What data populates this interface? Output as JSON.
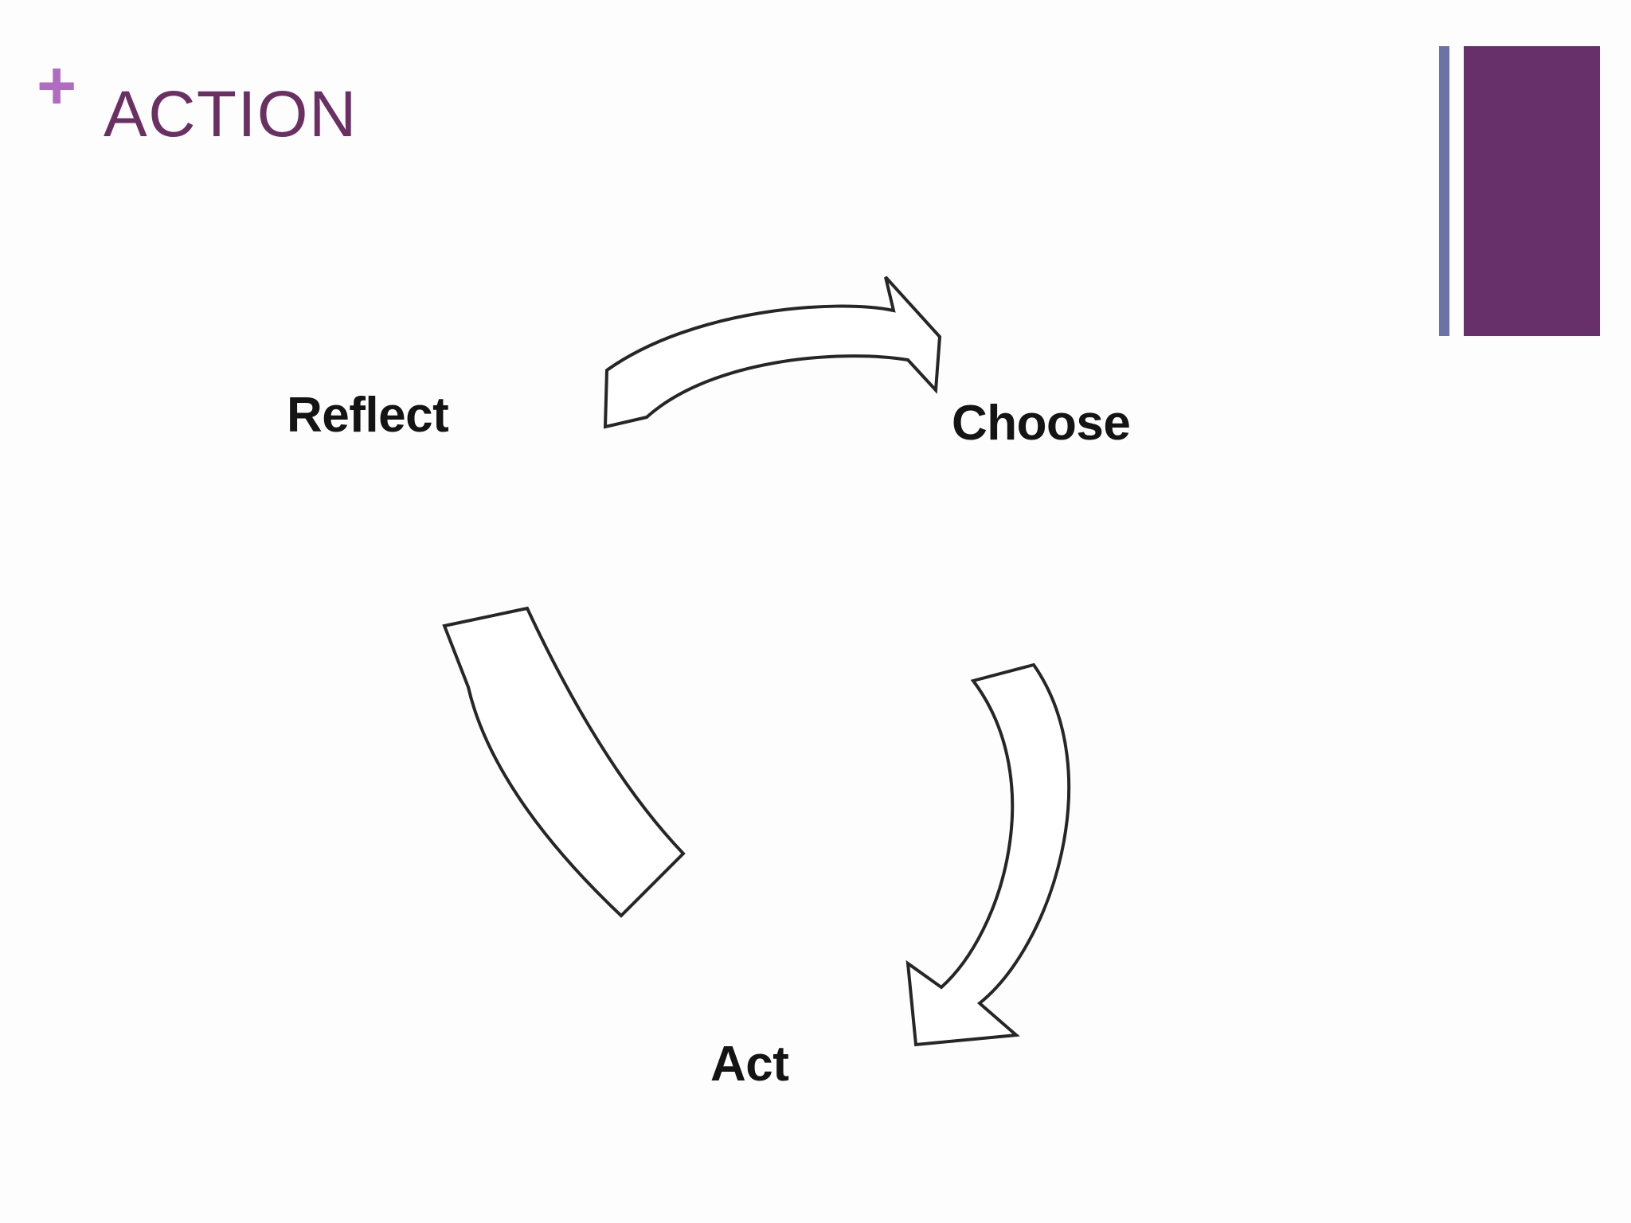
{
  "slide": {
    "background_color": "#fdfdfd",
    "title": "ACTION",
    "title_color": "#6a2f63",
    "plus_icon_glyph": "+",
    "plus_icon_color": "#b06cc0"
  },
  "decoration": {
    "thin_bar_color": "#6a72a8",
    "wide_bar_color": "#67306b"
  },
  "diagram": {
    "type": "cycle",
    "direction": "clockwise",
    "stroke_color": "#262626",
    "fill_color": "#ffffff",
    "label_color": "#141414",
    "labels": [
      {
        "id": "reflect",
        "text": "Reflect"
      },
      {
        "id": "choose",
        "text": "Choose"
      },
      {
        "id": "act",
        "text": "Act"
      }
    ],
    "arrows": [
      {
        "id": "reflect-to-choose",
        "from": "Reflect",
        "to": "Choose",
        "position": "top"
      },
      {
        "id": "choose-to-act",
        "from": "Choose",
        "to": "Act",
        "position": "right"
      },
      {
        "id": "act-to-reflect",
        "from": "Act",
        "to": "Reflect",
        "position": "left"
      }
    ]
  }
}
